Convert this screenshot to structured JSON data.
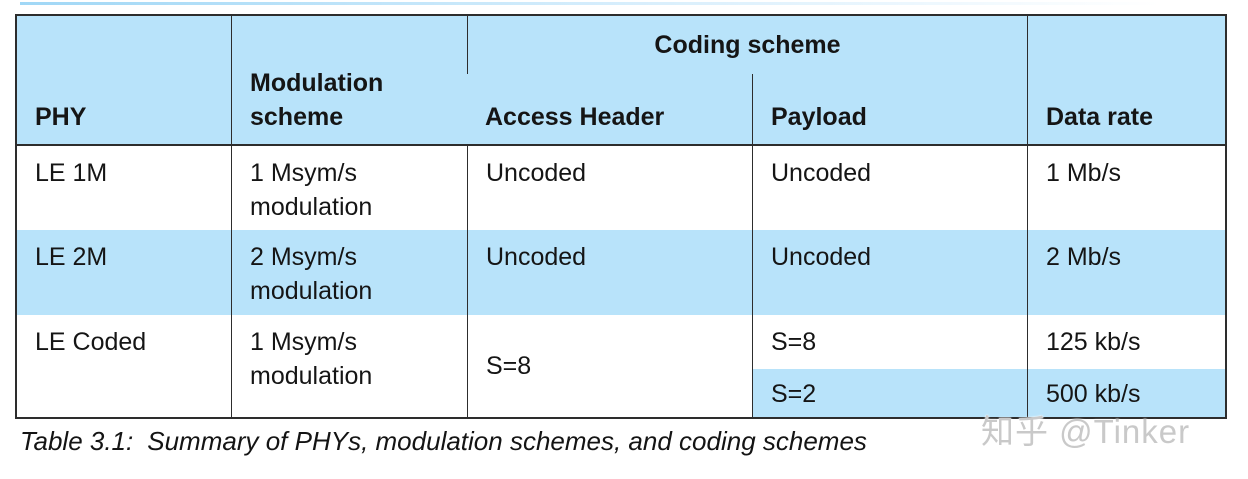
{
  "window": {
    "background": "#ffffff"
  },
  "table": {
    "colors": {
      "header_bg": "#b8e3fa",
      "alt_row_bg": "#b8e3fa",
      "row_bg": "#ffffff",
      "border": "#2d2d2d",
      "text": "#151515"
    },
    "headers": {
      "phy": "PHY",
      "modulation_scheme": "Modulation scheme",
      "coding_scheme_group": "Coding scheme",
      "access_header": "Access Header",
      "payload": "Payload",
      "data_rate": "Data rate"
    },
    "rows": [
      {
        "phy": "LE 1M",
        "modulation_scheme": "1 Msym/s modulation",
        "access_header": "Uncoded",
        "payload": "Uncoded",
        "data_rate": "1 Mb/s"
      },
      {
        "phy": "LE 2M",
        "modulation_scheme": "2 Msym/s modulation",
        "access_header": "Uncoded",
        "payload": "Uncoded",
        "data_rate": "2 Mb/s"
      },
      {
        "phy": "LE Coded",
        "modulation_scheme": "1 Msym/s modulation",
        "access_header": "S=8",
        "sub_rows": [
          {
            "payload": "S=8",
            "data_rate": "125 kb/s"
          },
          {
            "payload": "S=2",
            "data_rate": "500 kb/s"
          }
        ]
      }
    ]
  },
  "caption": {
    "label": "Table 3.1:",
    "text": "Summary of PHYs, modulation schemes, and coding schemes"
  },
  "watermark": {
    "text": "知乎 @Tinker",
    "color": "#c9c9c9"
  }
}
